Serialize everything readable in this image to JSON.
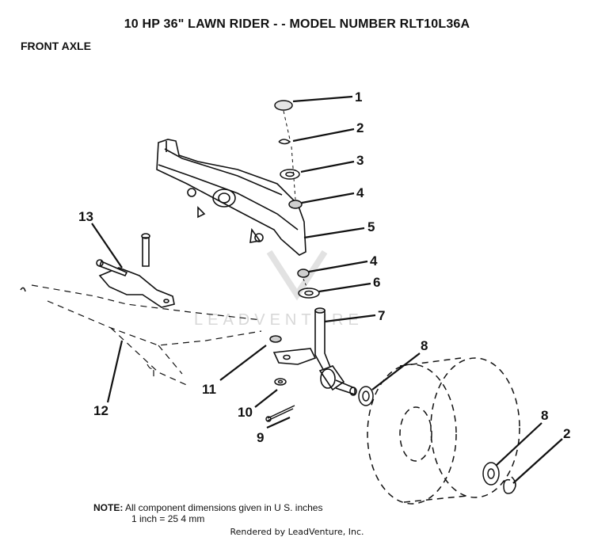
{
  "title": "10 HP 36\" LAWN RIDER - - MODEL NUMBER RLT10L36A",
  "subtitle": "FRONT AXLE",
  "watermark": "LEADVENTURE",
  "callouts": [
    "1",
    "2",
    "3",
    "4",
    "5",
    "4",
    "6",
    "7",
    "8",
    "8",
    "2",
    "9",
    "10",
    "11",
    "12",
    "13"
  ],
  "note": {
    "label": "NOTE:",
    "line1": "All component dimensions given in U S. inches",
    "line2": "1 inch = 25 4 mm"
  },
  "credit": "Rendered by LeadVenture, Inc."
}
